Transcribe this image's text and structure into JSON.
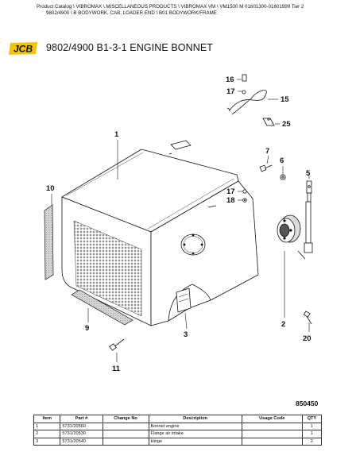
{
  "breadcrumb": {
    "line1": "Product Catalog  \\  VIBROMAX  \\  MISCELLANEOUS PRODUCTS  \\  VIBROMAX VM  \\  VM1500 M 01601300-01601999 Tier 2",
    "line2": "9802/4900  \\  B BODYWORK, CAB, LOADER END  \\  B01 BODYWORK/FRAME"
  },
  "logo": {
    "text": "JCB",
    "bg_color": "#f4c400",
    "text_color": "#111111"
  },
  "page_title": "9802/4900 B1-3-1 ENGINE BONNET",
  "diagram": {
    "callouts": {
      "c1": "1",
      "c2": "2",
      "c3": "3",
      "c5": "5",
      "c6": "6",
      "c7": "7",
      "c9": "9",
      "c10": "10",
      "c11": "11",
      "c15": "15",
      "c16": "16",
      "c17a": "17",
      "c17b": "17",
      "c18": "18",
      "c20": "20",
      "c25": "25"
    },
    "figure_number": "850450"
  },
  "parts_table": {
    "headers": {
      "item": "Item",
      "part": "Part #",
      "change": "Change No",
      "description": "Description",
      "usage": "Usage Code",
      "qty": "QTY"
    },
    "rows": [
      {
        "item": "1",
        "part": "5731/20560",
        "change": "",
        "description": "Bonnet engine",
        "usage": "",
        "qty": "1"
      },
      {
        "item": "2",
        "part": "5731/20530",
        "change": "",
        "description": "Flange air intake",
        "usage": "",
        "qty": "1"
      },
      {
        "item": "3",
        "part": "5731/20540",
        "change": "",
        "description": "Hinge",
        "usage": "",
        "qty": "2"
      }
    ]
  }
}
